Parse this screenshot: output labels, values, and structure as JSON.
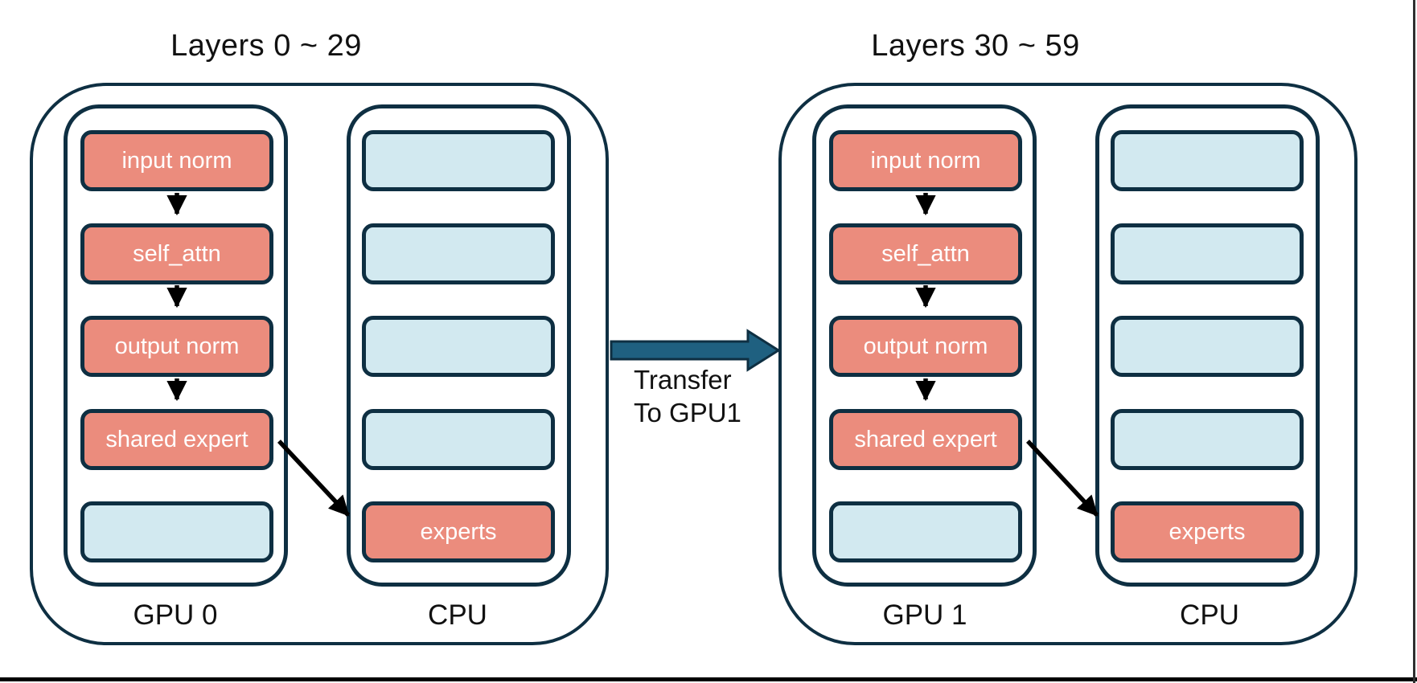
{
  "colors": {
    "navy": "#0E2F42",
    "salmon": "#EB8C7D",
    "light_blue": "#D2E9F0",
    "teal_arrow": "#1F6080",
    "text_dark": "#111111",
    "box_text": "#FFFFFF",
    "black": "#000000",
    "edge_gray": "#2F2F2F"
  },
  "transfer": {
    "line1": "Transfer",
    "line2": "To GPU1"
  },
  "groups": [
    {
      "title": "Layers 0 ~ 29",
      "gpu": {
        "label": "GPU 0",
        "boxes": [
          "input norm",
          "self_attn",
          "output norm",
          "shared expert",
          ""
        ]
      },
      "cpu": {
        "label": "CPU",
        "boxes": [
          "",
          "",
          "",
          "",
          "experts"
        ]
      }
    },
    {
      "title": "Layers 30 ~ 59",
      "gpu": {
        "label": "GPU 1",
        "boxes": [
          "input norm",
          "self_attn",
          "output norm",
          "shared expert",
          ""
        ]
      },
      "cpu": {
        "label": "CPU",
        "boxes": [
          "",
          "",
          "",
          "",
          "experts"
        ]
      }
    }
  ]
}
